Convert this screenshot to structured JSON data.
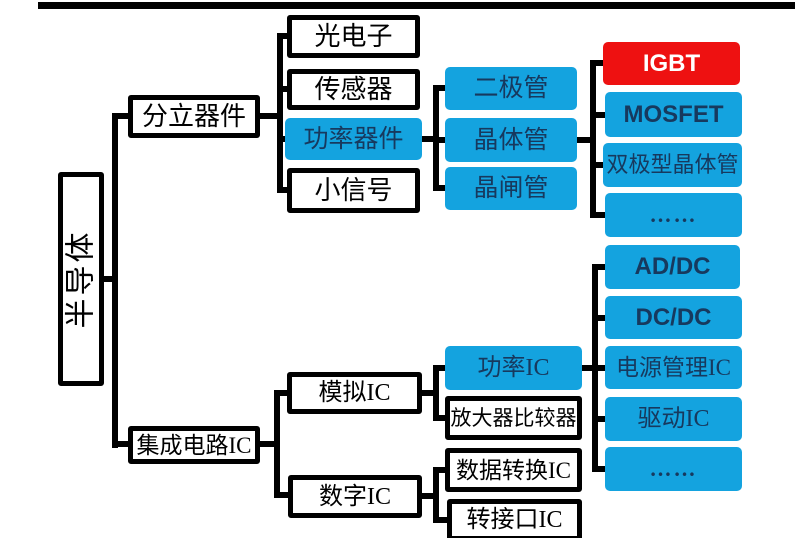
{
  "colors": {
    "blue": "#14A3DF",
    "red": "#EE1111",
    "navy": "#17395E",
    "line": "#000000"
  },
  "nodes": {
    "semiconductor": {
      "label": "半导体"
    },
    "discrete_devices": {
      "label": "分立器件"
    },
    "optoelectronics": {
      "label": "光电子"
    },
    "sensors": {
      "label": "传感器"
    },
    "power_devices": {
      "label": "功率器件"
    },
    "small_signal": {
      "label": "小信号"
    },
    "diode": {
      "label": "二极管"
    },
    "transistor": {
      "label": "晶体管"
    },
    "thyristor": {
      "label": "晶闸管"
    },
    "igbt": {
      "label": "IGBT"
    },
    "mosfet": {
      "label": "MOSFET"
    },
    "bipolar_transistor": {
      "label": "双极型晶体管"
    },
    "more_power_devices": {
      "label": "……"
    },
    "ad_dc": {
      "label": "AD/DC"
    },
    "dc_dc": {
      "label": "DC/DC"
    },
    "power_mgmt_ic": {
      "label": "电源管理IC"
    },
    "driver_ic": {
      "label": "驱动IC"
    },
    "more_ics": {
      "label": "……"
    },
    "integrated_circuit_ic": {
      "label": "集成电路IC"
    },
    "analog_ic": {
      "label": "模拟IC"
    },
    "digital_ic": {
      "label": "数字IC"
    },
    "power_ic": {
      "label": "功率IC"
    },
    "amplifier_comparator": {
      "label": "放大器比较器"
    },
    "data_conversion_ic": {
      "label": "数据转换IC"
    },
    "interface_ic": {
      "label": "转接口IC"
    }
  },
  "hierarchy": {
    "semiconductor": [
      "discrete_devices",
      "integrated_circuit_ic"
    ],
    "discrete_devices": [
      "optoelectronics",
      "sensors",
      "power_devices",
      "small_signal"
    ],
    "power_devices": [
      "diode",
      "transistor",
      "thyristor"
    ],
    "transistor": [
      "igbt",
      "mosfet",
      "bipolar_transistor",
      "more_power_devices"
    ],
    "integrated_circuit_ic": [
      "analog_ic",
      "digital_ic"
    ],
    "analog_ic": [
      "power_ic",
      "amplifier_comparator"
    ],
    "power_ic": [
      "ad_dc",
      "dc_dc",
      "power_mgmt_ic",
      "driver_ic",
      "more_ics"
    ],
    "digital_ic": [
      "data_conversion_ic",
      "interface_ic"
    ]
  },
  "highlights": {
    "blue_nodes": [
      "power_devices",
      "diode",
      "transistor",
      "thyristor",
      "mosfet",
      "bipolar_transistor",
      "more_power_devices",
      "ad_dc",
      "dc_dc",
      "power_mgmt_ic",
      "driver_ic",
      "more_ics",
      "power_ic"
    ],
    "red_nodes": [
      "igbt"
    ]
  }
}
